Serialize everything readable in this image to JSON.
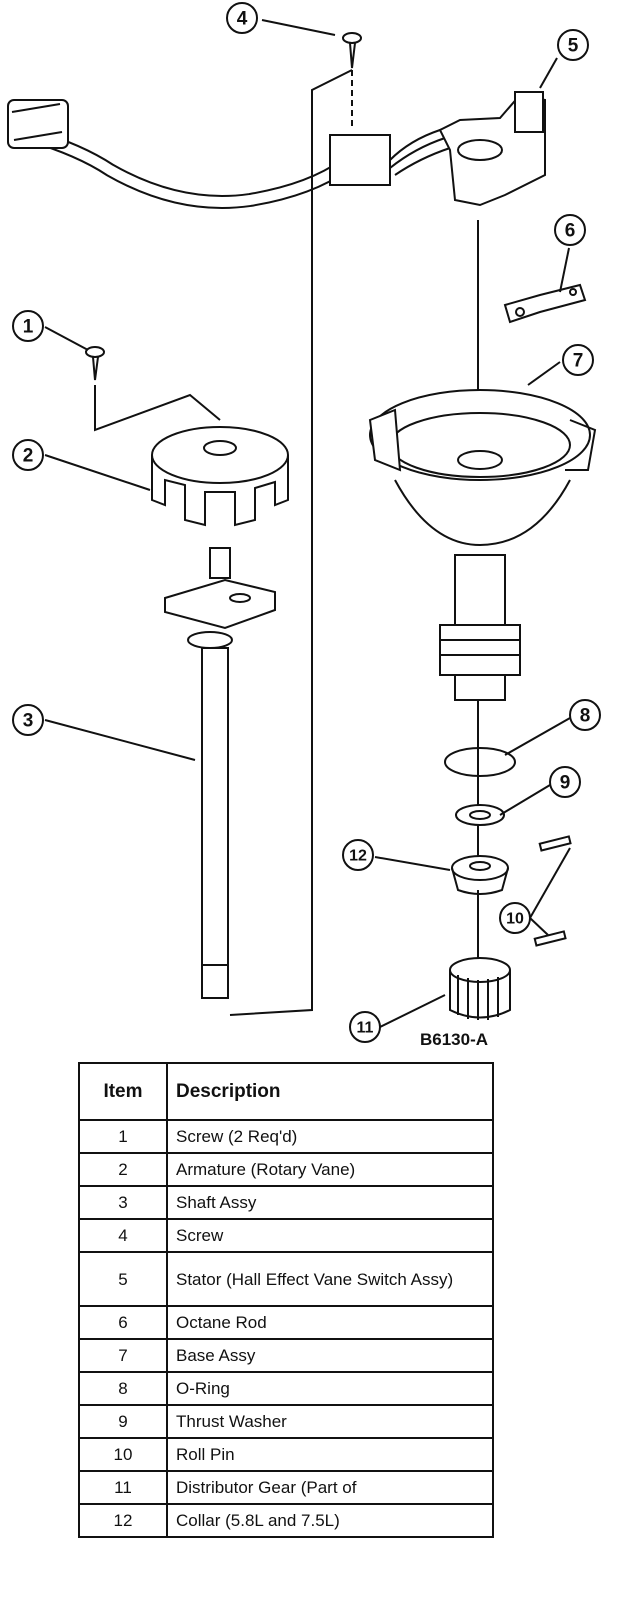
{
  "figure": {
    "code": "B6130-A"
  },
  "callouts": [
    "1",
    "2",
    "3",
    "4",
    "5",
    "6",
    "7",
    "8",
    "9",
    "10",
    "11",
    "12"
  ],
  "table": {
    "headers": {
      "item": "Item",
      "description": "Description"
    },
    "rows": [
      {
        "item": "1",
        "description": "Screw (2 Req'd)"
      },
      {
        "item": "2",
        "description": "Armature (Rotary Vane)"
      },
      {
        "item": "3",
        "description": "Shaft Assy"
      },
      {
        "item": "4",
        "description": "Screw"
      },
      {
        "item": "5",
        "description": "Stator (Hall Effect Vane Switch Assy)"
      },
      {
        "item": "6",
        "description": "Octane Rod"
      },
      {
        "item": "7",
        "description": "Base Assy"
      },
      {
        "item": "8",
        "description": "O-Ring"
      },
      {
        "item": "9",
        "description": "Thrust Washer"
      },
      {
        "item": "10",
        "description": "Roll Pin"
      },
      {
        "item": "11",
        "description": "Distributor Gear (Part of"
      },
      {
        "item": "12",
        "description": "Collar (5.8L and 7.5L)"
      }
    ]
  }
}
